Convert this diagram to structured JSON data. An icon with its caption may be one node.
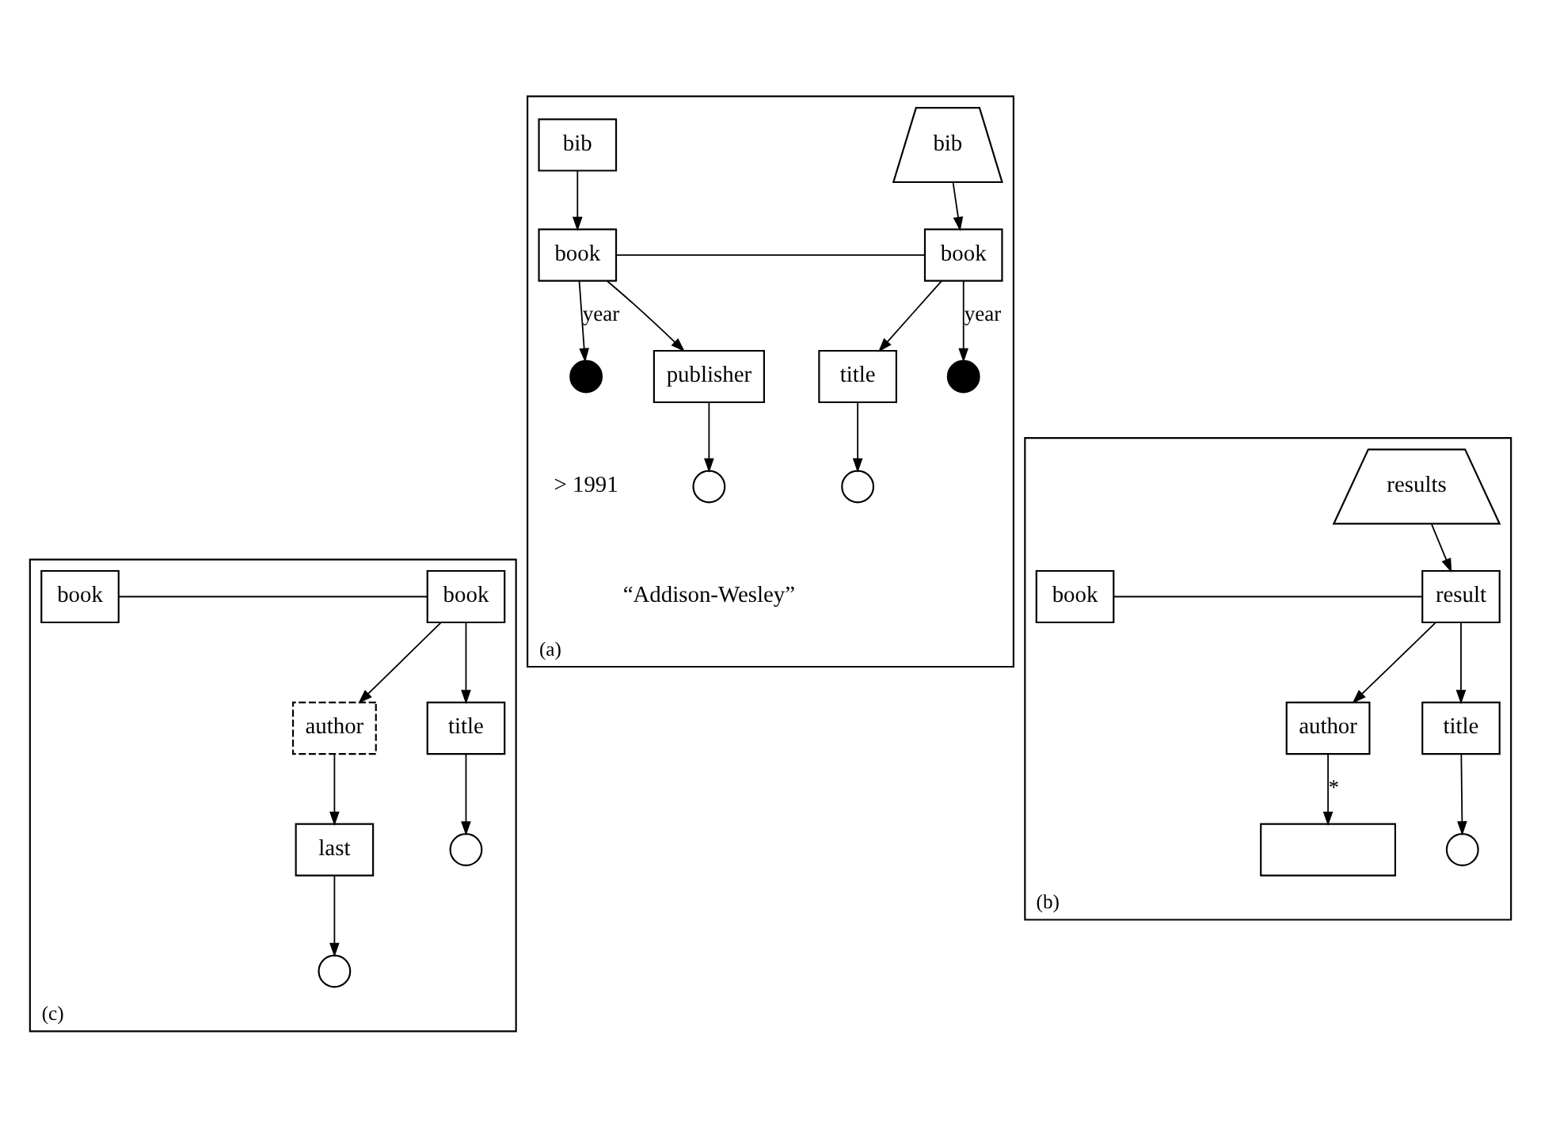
{
  "diagram": {
    "nodes": [
      {
        "text": [
          "(a)"
        ]
      },
      {
        "text": [
          "bib"
        ],
        "in": 0
      },
      {
        "text": [
          "book"
        ],
        "in": 0
      },
      {
        "text": [],
        "shape": "circle",
        "in": 0,
        "beside": [
          "> 1991"
        ]
      },
      {
        "text": [
          "publisher"
        ],
        "in": 0
      },
      {
        "text": [],
        "shape": "circle",
        "in": 0,
        "beside": [
          "“Addison-Wesley”"
        ]
      },
      {
        "text": [
          "bib"
        ],
        "in": 0
      },
      {
        "text": [
          "book"
        ],
        "in": 0
      },
      {
        "text": [],
        "shape": "circle",
        "in": 0
      },
      {
        "text": [
          "title"
        ],
        "in": 0
      },
      {
        "text": [],
        "shape": "circle",
        "in": 0
      },
      {
        "text": [
          "(b)"
        ]
      },
      {
        "text": [
          "book"
        ],
        "in": 11
      },
      {
        "text": [
          "results"
        ],
        "in": 11
      },
      {
        "text": [
          "result"
        ],
        "in": 11
      },
      {
        "text": [
          "author"
        ],
        "in": 11
      },
      {
        "text": [
          "title"
        ],
        "in": 11
      },
      {
        "text": [],
        "shape": "box",
        "in": 11
      },
      {
        "text": [],
        "shape": "circle",
        "in": 11
      },
      {
        "text": [
          "(c)"
        ]
      },
      {
        "text": [
          "book"
        ],
        "in": 19
      },
      {
        "text": [
          "book"
        ],
        "in": 19
      },
      {
        "text": [
          "author"
        ],
        "in": 19
      },
      {
        "text": [
          "title"
        ],
        "in": 19
      },
      {
        "text": [
          "last"
        ],
        "in": 19
      },
      {
        "text": [],
        "shape": "circle",
        "in": 19
      },
      {
        "text": [],
        "shape": "circle",
        "in": 19
      }
    ],
    "edges": [
      {
        "from": 1,
        "to": 2,
        "arrow": "to"
      },
      {
        "from": 2,
        "to": 3,
        "arrow": "to",
        "label": "year"
      },
      {
        "from": 2,
        "to": 4,
        "arrow": "to"
      },
      {
        "from": 4,
        "to": 5,
        "arrow": "to"
      },
      {
        "from": 2,
        "to": 7,
        "arrow": "none"
      },
      {
        "from": 6,
        "to": 7,
        "arrow": "to"
      },
      {
        "from": 7,
        "to": 8,
        "arrow": "to",
        "label": "year"
      },
      {
        "from": 7,
        "to": 9,
        "arrow": "to"
      },
      {
        "from": 9,
        "to": 10,
        "arrow": "to"
      },
      {
        "from": 12,
        "to": 14,
        "arrow": "none"
      },
      {
        "from": 13,
        "to": 14,
        "arrow": "to"
      },
      {
        "from": 14,
        "to": 15,
        "arrow": "to"
      },
      {
        "from": 14,
        "to": 16,
        "arrow": "to"
      },
      {
        "from": 15,
        "to": 17,
        "arrow": "to",
        "label": "*"
      },
      {
        "from": 16,
        "to": 18,
        "arrow": "to"
      },
      {
        "from": 20,
        "to": 21,
        "arrow": "none"
      },
      {
        "from": 21,
        "to": 22,
        "arrow": "to"
      },
      {
        "from": 21,
        "to": 23,
        "arrow": "to"
      },
      {
        "from": 22,
        "to": 24,
        "arrow": "to"
      },
      {
        "from": 24,
        "to": 26,
        "arrow": "to"
      },
      {
        "from": 23,
        "to": 25,
        "arrow": "to"
      }
    ]
  }
}
